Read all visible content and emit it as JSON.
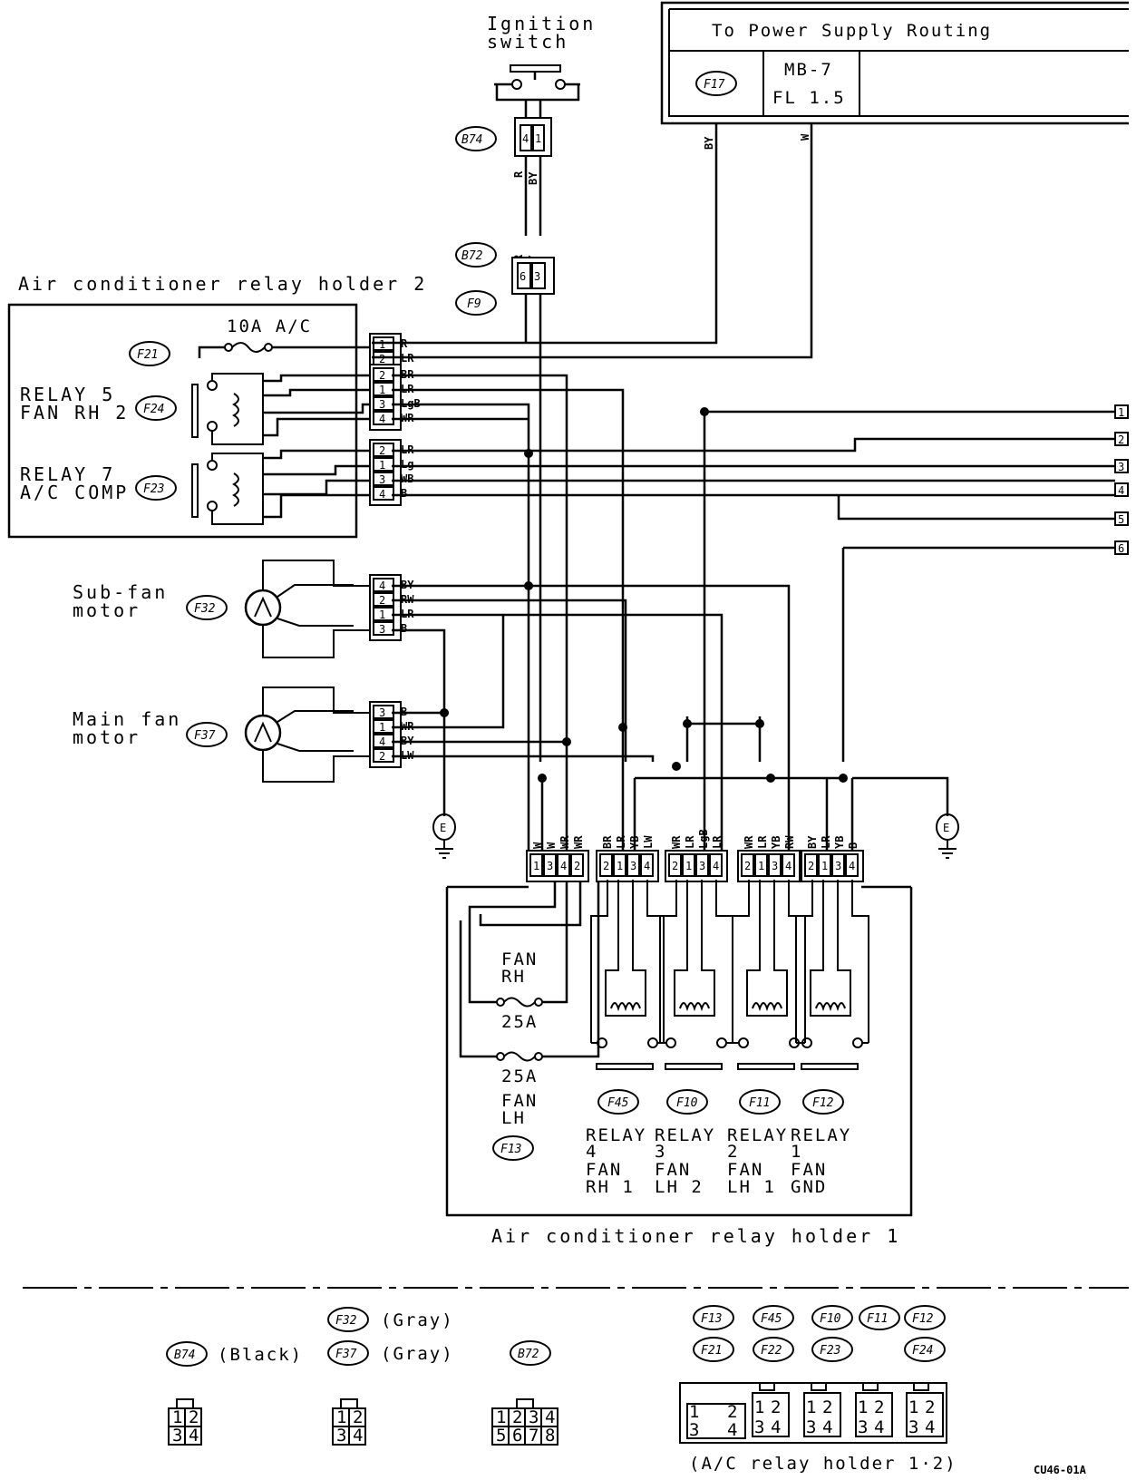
{
  "power": {
    "title": "To Power Supply Routing",
    "fuse_id": "F17",
    "fuse_text1": "MB-7",
    "fuse_text2": "FL 1.5",
    "wire_by": "BY",
    "wire_w": "W"
  },
  "ignition": {
    "line1": "Ignition",
    "line2": "switch",
    "conn": "B74",
    "conn2": "B72",
    "conn3": "F9",
    "wire_r": "R",
    "wire_by": "BY"
  },
  "holder2": {
    "title": "Air conditioner relay holder 2",
    "fuse_label": "10A  A/C",
    "fuse_conn": "F21",
    "relay5_l1": "RELAY 5",
    "relay5_l2": "FAN RH 2",
    "relay5_conn": "F24",
    "relay7_l1": "RELAY 7",
    "relay7_l2": "A/C COMP",
    "relay7_conn": "F23"
  },
  "fuse_pins": [
    {
      "n": "1",
      "w": "R"
    },
    {
      "n": "2",
      "w": "LR"
    }
  ],
  "relay5_pins": [
    {
      "n": "2",
      "w": "BR"
    },
    {
      "n": "1",
      "w": "LR"
    },
    {
      "n": "3",
      "w": "LgB"
    },
    {
      "n": "4",
      "w": "WR"
    }
  ],
  "relay7_pins": [
    {
      "n": "2",
      "w": "LR"
    },
    {
      "n": "1",
      "w": "Lg"
    },
    {
      "n": "3",
      "w": "WB"
    },
    {
      "n": "4",
      "w": "B"
    }
  ],
  "subfan": {
    "l1": "Sub-fan",
    "l2": "motor",
    "conn": "F32"
  },
  "subfan_pins": [
    {
      "n": "4",
      "w": "BY"
    },
    {
      "n": "2",
      "w": "RW"
    },
    {
      "n": "1",
      "w": "LR"
    },
    {
      "n": "3",
      "w": "B"
    }
  ],
  "mainfan": {
    "l1": "Main fan",
    "l2": "motor",
    "conn": "F37"
  },
  "mainfan_pins": [
    {
      "n": "3",
      "w": "B"
    },
    {
      "n": "1",
      "w": "WR"
    },
    {
      "n": "4",
      "w": "BY"
    },
    {
      "n": "2",
      "w": "LW"
    }
  ],
  "terminals": [
    "1",
    "2",
    "3",
    "4",
    "5",
    "6"
  ],
  "ground": "E",
  "holder1": {
    "title": "Air conditioner relay holder 1",
    "fan_rh": "FAN",
    "fan_rh2": "RH",
    "fuse_rh": "25A",
    "fuse_lh": "25A",
    "fan_lh": "FAN",
    "fan_lh2": "LH",
    "fuse_conn": "F13"
  },
  "h1_fuse_pins": [
    {
      "n": "1",
      "w": "W"
    },
    {
      "n": "3",
      "w": "W"
    },
    {
      "n": "4",
      "w": "WR"
    },
    {
      "n": "2",
      "w": "WR"
    }
  ],
  "relays": [
    {
      "conn": "F45",
      "l1": "RELAY",
      "l2": "4",
      "l3": "FAN",
      "l4": "RH 1",
      "pins": [
        {
          "n": "2",
          "w": "BR"
        },
        {
          "n": "1",
          "w": "LR"
        },
        {
          "n": "3",
          "w": "YB"
        },
        {
          "n": "4",
          "w": "LW"
        }
      ]
    },
    {
      "conn": "F10",
      "l1": "RELAY",
      "l2": "3",
      "l3": "FAN",
      "l4": "LH 2",
      "pins": [
        {
          "n": "2",
          "w": "WR"
        },
        {
          "n": "1",
          "w": "LR"
        },
        {
          "n": "3",
          "w": "LgB"
        },
        {
          "n": "4",
          "w": "LR"
        }
      ]
    },
    {
      "conn": "F11",
      "l1": "RELAY",
      "l2": "2",
      "l3": "FAN",
      "l4": "LH 1",
      "pins": [
        {
          "n": "2",
          "w": "WR"
        },
        {
          "n": "1",
          "w": "LR"
        },
        {
          "n": "3",
          "w": "YB"
        },
        {
          "n": "4",
          "w": "RW"
        }
      ]
    },
    {
      "conn": "F12",
      "l1": "RELAY",
      "l2": "1",
      "l3": "FAN",
      "l4": "GND",
      "pins": [
        {
          "n": "2",
          "w": "BY"
        },
        {
          "n": "1",
          "w": "LR"
        },
        {
          "n": "3",
          "w": "YB"
        },
        {
          "n": "4",
          "w": "B"
        }
      ]
    }
  ],
  "legend": {
    "b74": "B74",
    "b74_color": "(Black)",
    "f32": "F32",
    "f32_color": "(Gray)",
    "f37": "F37",
    "f37_color": "(Gray)",
    "b72": "B72",
    "row1": [
      "F13",
      "F45",
      "F10",
      "F11",
      "F12"
    ],
    "row2": [
      "F21",
      "F22",
      "F23",
      "F24"
    ],
    "b74_pins": [
      "1",
      "2",
      "3",
      "4"
    ],
    "f32_pins": [
      "1",
      "2",
      "3",
      "4"
    ],
    "b72_pins": [
      "1",
      "2",
      "3",
      "4",
      "5",
      "6",
      "7",
      "8"
    ],
    "holder_caption": "(A/C relay holder 1·2)"
  },
  "code": "CU46-01A"
}
